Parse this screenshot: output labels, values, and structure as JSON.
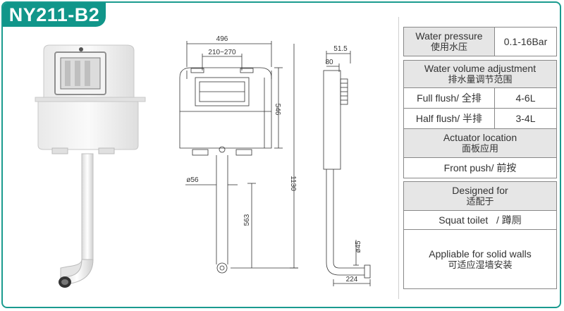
{
  "title": "NY211-B2",
  "drawing": {
    "front_width": "496",
    "bolt_spacing": "210~270",
    "outlet_dia": "ø56",
    "tank_height": "546",
    "total_height": "1130",
    "pipe_height": "563",
    "side_depth": "51.5",
    "side_body": "80",
    "pipe_dia": "ø45",
    "pipe_offset": "224"
  },
  "specs": {
    "pressure_label_en": "Water pressure",
    "pressure_label_cn": "使用水压",
    "pressure_value": "0.1-16Bar",
    "volume_label_en": "Water volume adjustment",
    "volume_label_cn": "排水量调节范围",
    "full_label": "Full flush/ 全排",
    "full_value": "4-6L",
    "half_label": "Half flush/ 半排",
    "half_value": "3-4L",
    "actuator_label_en": "Actuator location",
    "actuator_label_cn": "面板应用",
    "actuator_value": "Front push/ 前按",
    "designed_label_en": "Designed for",
    "designed_label_cn": "适配于",
    "designed_value": "Squat toilet   / 蹲厕",
    "walls_en": "Appliable for solid walls",
    "walls_cn": "可适应湿墙安装"
  }
}
